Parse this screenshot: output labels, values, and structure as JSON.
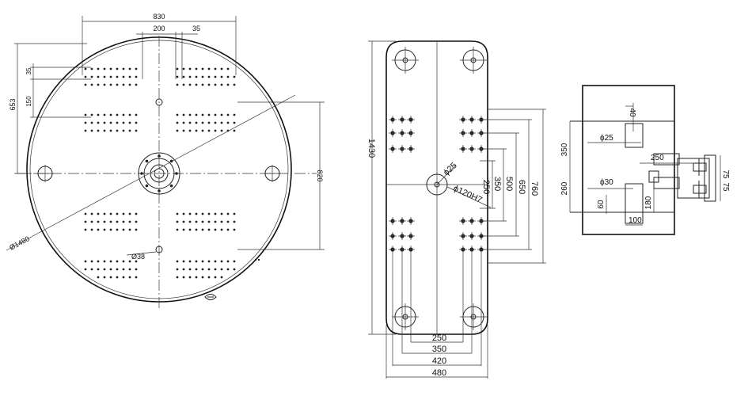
{
  "diagram": {
    "left_view": {
      "dims": {
        "width_830": "830",
        "width_200": "200",
        "width_35": "35",
        "height_35": "35",
        "height_653": "653",
        "height_150": "150",
        "height_820": "820",
        "diameter_1480": "Ø1480",
        "hole_38": "Ø38"
      }
    },
    "middle_view": {
      "dims": {
        "height_1430": "1430",
        "hole_25": "ϕ25",
        "bore_120": "ϕ120H7",
        "v250": "250",
        "v350": "350",
        "v500": "500",
        "v650": "650",
        "v760": "760",
        "h250": "250",
        "h350": "350",
        "h420": "420",
        "h480": "480"
      }
    },
    "right_view": {
      "dims": {
        "d40": "40",
        "d350": "350",
        "phi25": "ϕ25",
        "d250": "250",
        "phi30": "ϕ30",
        "d260": "260",
        "d60": "60",
        "d180": "180",
        "d100": "100",
        "d75a": "75",
        "d75b": "75"
      }
    }
  }
}
